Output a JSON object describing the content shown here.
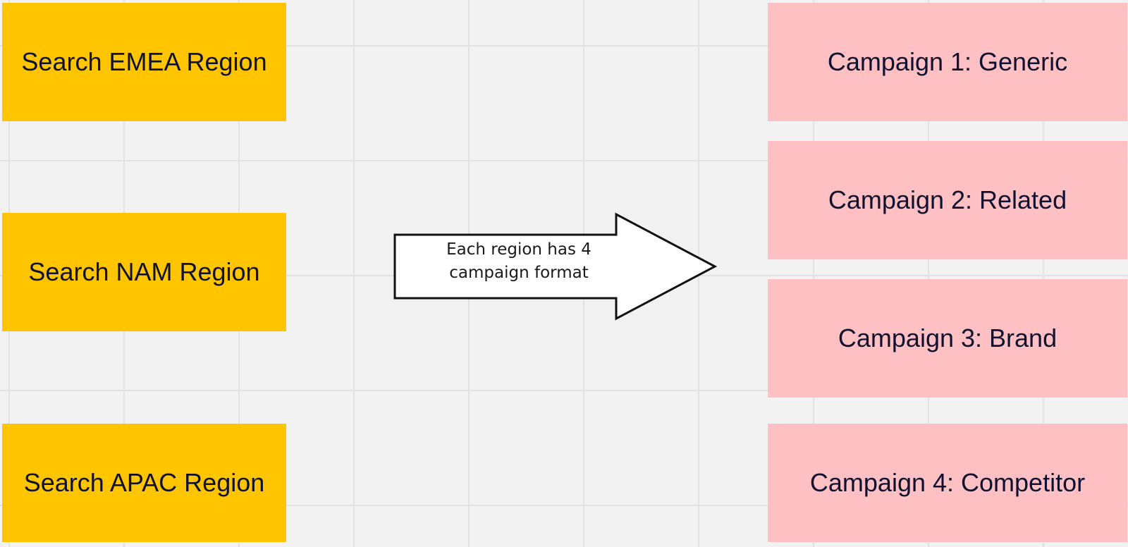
{
  "regions": [
    {
      "label": "Search EMEA Region"
    },
    {
      "label": "Search NAM Region"
    },
    {
      "label": "Search APAC Region"
    }
  ],
  "campaigns": [
    {
      "label": "Campaign 1: Generic"
    },
    {
      "label": "Campaign 2: Related"
    },
    {
      "label": "Campaign 3: Brand"
    },
    {
      "label": "Campaign 4: Competitor"
    }
  ],
  "arrow": {
    "label": "Each region has 4 campaign format"
  },
  "colors": {
    "region_fill": "#ffc500",
    "campaign_fill": "#ffc0c3",
    "canvas_background": "#f2f2f2",
    "grid_line": "#e2e2e2",
    "text": "#0e1130"
  }
}
